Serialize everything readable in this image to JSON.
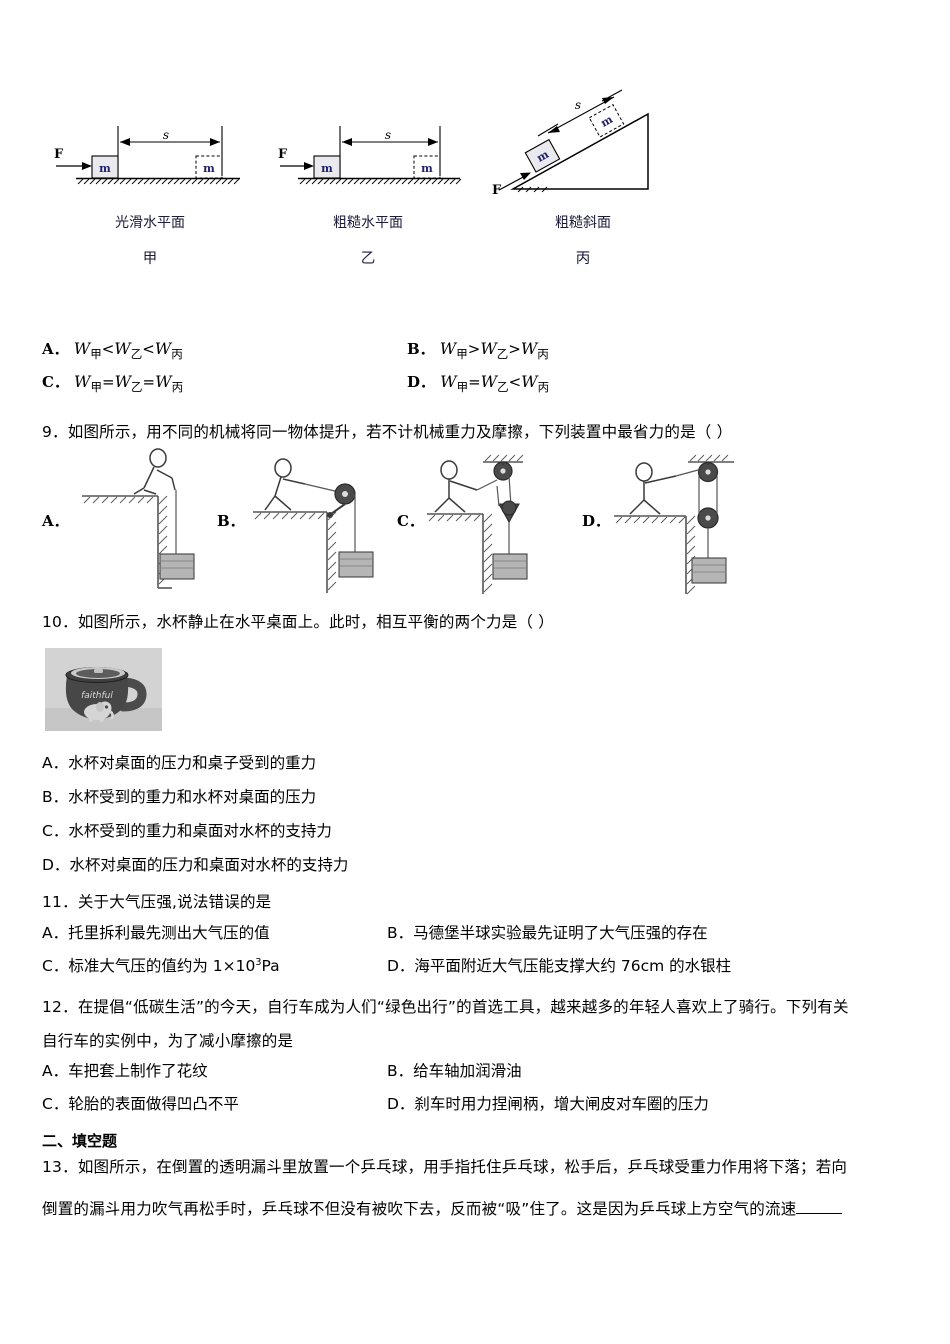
{
  "question8": {
    "figures": [
      {
        "surface": "光滑水平面",
        "label": "甲",
        "force": "F",
        "block": "m",
        "ghost_block": "m",
        "distance": "s"
      },
      {
        "surface": "粗糙水平面",
        "label": "乙",
        "force": "F",
        "block": "m",
        "ghost_block": "m",
        "distance": "s"
      },
      {
        "surface": "粗糙斜面",
        "label": "丙",
        "force": "F",
        "block": "m",
        "ghost_block": "m",
        "distance": "s"
      }
    ],
    "options": [
      {
        "letter": "A．",
        "symbol": "W",
        "sub1": "甲",
        "op1": "<",
        "sub2": "乙",
        "op2": "<",
        "sub3": "丙"
      },
      {
        "letter": "B．",
        "symbol": "W",
        "sub1": "甲",
        "op1": ">",
        "sub2": "乙",
        "op2": ">",
        "sub3": "丙"
      },
      {
        "letter": "C．",
        "symbol": "W",
        "sub1": "甲",
        "op1": "=",
        "sub2": "乙",
        "op2": "=",
        "sub3": "丙"
      },
      {
        "letter": "D．",
        "symbol": "W",
        "sub1": "甲",
        "op1": "=",
        "sub2": "乙",
        "op2": "<",
        "sub3": "丙"
      }
    ]
  },
  "question9": {
    "stem": "9．如图所示，用不同的机械将同一物体提升，若不计机械重力及摩擦，下列装置中最省力的是（     ）",
    "options": [
      {
        "letter": "A．",
        "device": "直接用绳提升"
      },
      {
        "letter": "B．",
        "device": "定滑轮"
      },
      {
        "letter": "C．",
        "device": "动滑轮"
      },
      {
        "letter": "D．",
        "device": "滑轮组"
      }
    ]
  },
  "question10": {
    "stem": "10．如图所示，水杯静止在水平桌面上。此时，相互平衡的两个力是（ ）",
    "image_alt": "深灰色陶瓷水杯，杯身印有 faithful 字样与大象图案",
    "mug_text": "faithful",
    "options": [
      "A．水杯对桌面的压力和桌子受到的重力",
      "B．水杯受到的重力和水杯对桌面的压力",
      "C．水杯受到的重力和桌面对水杯的支持力",
      "D．水杯对桌面的压力和桌面对水杯的支持力"
    ]
  },
  "question11": {
    "stem": "11．关于大气压强,说法错误的是",
    "optionA": "A．托里拆利最先测出大气压的值",
    "optionB": "B．马德堡半球实验最先证明了大气压强的存在",
    "optionC_pre": "C．标准大气压的值约为 1×10",
    "optionC_sup": "3",
    "optionC_post": "Pa",
    "optionD": "D．海平面附近大气压能支撑大约 76cm 的水银柱"
  },
  "question12": {
    "stem_line1": "12．在提倡“低碳生活”的今天，自行车成为人们“绿色出行”的首选工具，越来越多的年轻人喜欢上了骑行。下列有关",
    "stem_line2": "自行车的实例中，为了减小摩擦的是",
    "optionA": "A．车把套上制作了花纹",
    "optionB": "B．给车轴加润滑油",
    "optionC": "C．轮胎的表面做得凹凸不平",
    "optionD": "D．刹车时用力捏闸柄，增大闸皮对车圈的压力"
  },
  "section2": {
    "title": "二、填空题"
  },
  "question13": {
    "line1": "13．如图所示，在倒置的透明漏斗里放置一个乒乓球，用手指托住乒乓球，松手后，乒乓球受重力作用将下落；若向",
    "line2_pre": "倒置的漏斗用力吹气再松手时，乒乓球不但没有被吹下去，反而被“吸”住了。这是因为乒乓球上方空气的流速"
  },
  "colors": {
    "text": "#000000",
    "figure_label": "#1b1b3a",
    "mug_body": "#4a4a4a",
    "photo_bg": "#d4d4d4"
  }
}
